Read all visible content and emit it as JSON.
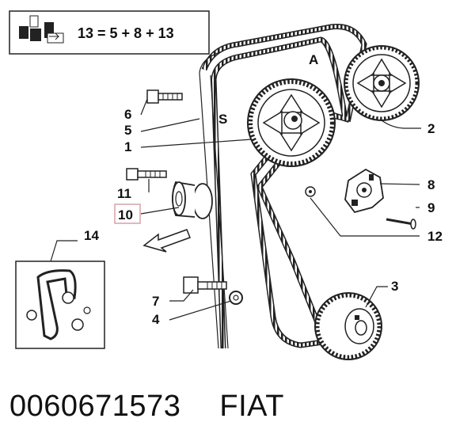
{
  "header": {
    "formula": "13 = 5 + 8 + 13"
  },
  "callouts": [
    {
      "id": "c1",
      "text": "1"
    },
    {
      "id": "c2",
      "text": "2"
    },
    {
      "id": "c3",
      "text": "3"
    },
    {
      "id": "c4",
      "text": "4"
    },
    {
      "id": "c5",
      "text": "5"
    },
    {
      "id": "c6",
      "text": "6"
    },
    {
      "id": "c7",
      "text": "7"
    },
    {
      "id": "c8",
      "text": "8"
    },
    {
      "id": "c9",
      "text": "9"
    },
    {
      "id": "c10",
      "text": "10"
    },
    {
      "id": "c11",
      "text": "11"
    },
    {
      "id": "c12",
      "text": "12"
    },
    {
      "id": "c14",
      "text": "14"
    }
  ],
  "markers": {
    "a": "A",
    "s": "S"
  },
  "highlight_color": "#d9a0aa",
  "footer": {
    "part_number": "0060671573",
    "brand": "FIAT"
  }
}
